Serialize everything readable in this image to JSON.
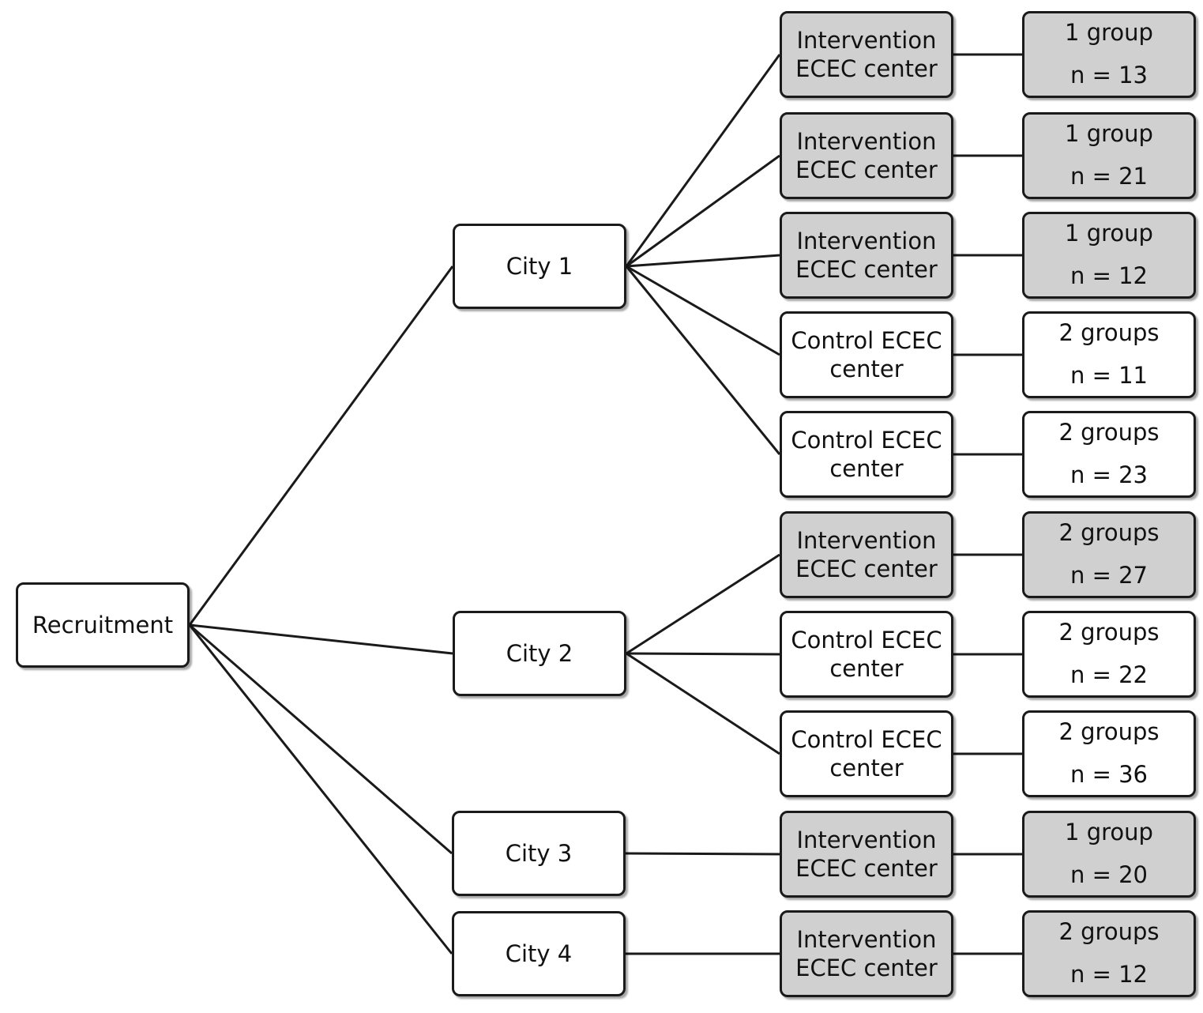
{
  "root": {
    "label": "Recruitment"
  },
  "cities": [
    {
      "label": "City 1"
    },
    {
      "label": "City 2"
    },
    {
      "label": "City 3"
    },
    {
      "label": "City 4"
    }
  ],
  "rows": [
    {
      "city": 0,
      "type": "intervention",
      "center_line1": "Intervention",
      "center_line2": "ECEC center",
      "groups": "1 group",
      "n": "n = 13"
    },
    {
      "city": 0,
      "type": "intervention",
      "center_line1": "Intervention",
      "center_line2": "ECEC center",
      "groups": "1 group",
      "n": "n = 21"
    },
    {
      "city": 0,
      "type": "intervention",
      "center_line1": "Intervention",
      "center_line2": "ECEC center",
      "groups": "1 group",
      "n": "n = 12"
    },
    {
      "city": 0,
      "type": "control",
      "center_line1": "Control ECEC",
      "center_line2": "center",
      "groups": "2 groups",
      "n": "n = 11"
    },
    {
      "city": 0,
      "type": "control",
      "center_line1": "Control ECEC",
      "center_line2": "center",
      "groups": "2 groups",
      "n": "n = 23"
    },
    {
      "city": 1,
      "type": "intervention",
      "center_line1": "Intervention",
      "center_line2": "ECEC center",
      "groups": "2 groups",
      "n": "n = 27"
    },
    {
      "city": 1,
      "type": "control",
      "center_line1": "Control ECEC",
      "center_line2": "center",
      "groups": "2 groups",
      "n": "n = 22"
    },
    {
      "city": 1,
      "type": "control",
      "center_line1": "Control ECEC",
      "center_line2": "center",
      "groups": "2 groups",
      "n": "n = 36"
    },
    {
      "city": 2,
      "type": "intervention",
      "center_line1": "Intervention",
      "center_line2": "ECEC center",
      "groups": "1 group",
      "n": "n = 20"
    },
    {
      "city": 3,
      "type": "intervention",
      "center_line1": "Intervention",
      "center_line2": "ECEC center",
      "groups": "2 groups",
      "n": "n = 12"
    }
  ],
  "colors": {
    "intervention_fill": "#d0d0d0",
    "control_fill": "#ffffff",
    "stroke": "#1a1a1a"
  }
}
